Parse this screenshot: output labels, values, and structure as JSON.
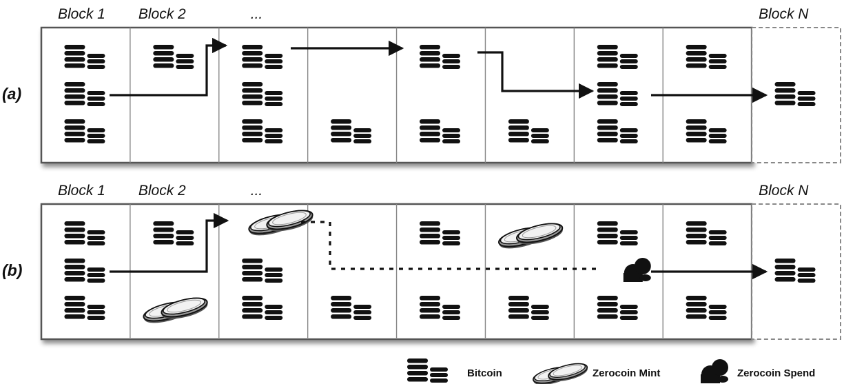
{
  "rows": [
    {
      "id": "a",
      "label": "(a)",
      "block_labels": {
        "first": "Block 1",
        "second": "Block 2",
        "ellipsis": "...",
        "last": "Block N"
      },
      "cells": [
        [
          "bitcoin",
          "bitcoin",
          "bitcoin"
        ],
        [
          "bitcoin",
          null,
          null
        ],
        [
          "bitcoin",
          "bitcoin",
          "bitcoin"
        ],
        [
          null,
          null,
          "bitcoin"
        ],
        [
          "bitcoin",
          null,
          "bitcoin"
        ],
        [
          null,
          null,
          "bitcoin"
        ],
        [
          "bitcoin",
          "bitcoin",
          "bitcoin"
        ],
        [
          "bitcoin",
          null,
          "bitcoin"
        ],
        [
          null,
          "bitcoin",
          null
        ]
      ],
      "flow": "bitcoin"
    },
    {
      "id": "b",
      "label": "(b)",
      "block_labels": {
        "first": "Block 1",
        "second": "Block 2",
        "ellipsis": "...",
        "last": "Block N"
      },
      "cells": [
        [
          "bitcoin",
          "bitcoin",
          "bitcoin"
        ],
        [
          "bitcoin",
          null,
          "mint"
        ],
        [
          "mint",
          "bitcoin",
          "bitcoin"
        ],
        [
          null,
          null,
          "bitcoin"
        ],
        [
          "bitcoin",
          null,
          "bitcoin"
        ],
        [
          "mint",
          null,
          "bitcoin"
        ],
        [
          "bitcoin",
          "spend",
          "bitcoin"
        ],
        [
          "bitcoin",
          null,
          "bitcoin"
        ],
        [
          null,
          "bitcoin",
          null
        ]
      ],
      "flow": "zerocoin"
    }
  ],
  "legend": [
    {
      "icon": "bitcoin",
      "label": "Bitcoin"
    },
    {
      "icon": "mint",
      "label": "Zerocoin Mint"
    },
    {
      "icon": "spend",
      "label": "Zerocoin Spend"
    }
  ],
  "colors": {
    "ink": "#111111",
    "cell_border": "#888888",
    "frame": "#555555",
    "dashed_border": "#888888"
  }
}
